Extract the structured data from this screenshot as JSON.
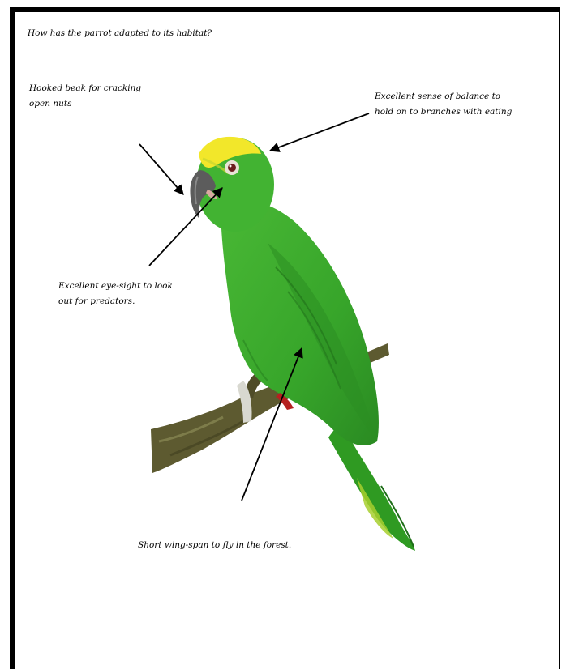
{
  "title": "How has the parrot adapted to its habitat?",
  "annotations": {
    "beak": [
      "Hooked beak for cracking",
      "open nuts"
    ],
    "balance": [
      "Excellent sense of balance to",
      "hold on to branches with eating"
    ],
    "eyesight": [
      "Excellent eye-sight to look",
      "out for predators."
    ],
    "wingspan": [
      "Short wing-span to fly in the forest."
    ]
  },
  "colors": {
    "plumage": "#3cae2c",
    "plumage_dark": "#217a1d",
    "crown": "#f2e72a",
    "branch": "#5d5a30"
  }
}
